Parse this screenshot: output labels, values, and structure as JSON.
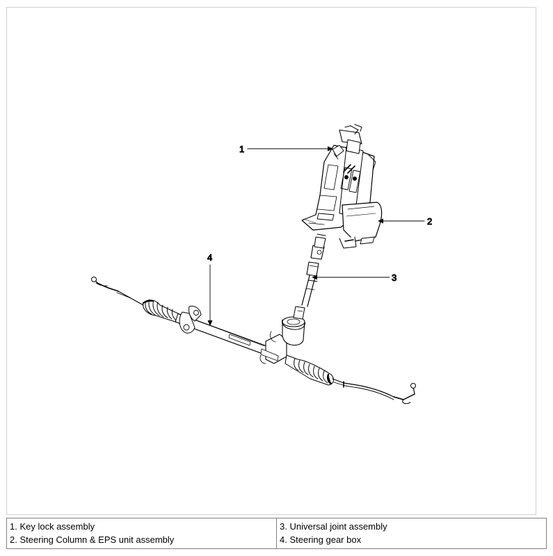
{
  "callouts": [
    "1",
    "2",
    "3",
    "4"
  ],
  "legend": {
    "left": [
      "1. Key lock assembly",
      "2. Steering Column & EPS unit assembly"
    ],
    "right": [
      "3. Universal joint assembly",
      "4. Steering gear box"
    ]
  },
  "colors": {
    "line": "#000000",
    "border": "#7f7f7f",
    "frame": "#cfcfcf"
  }
}
